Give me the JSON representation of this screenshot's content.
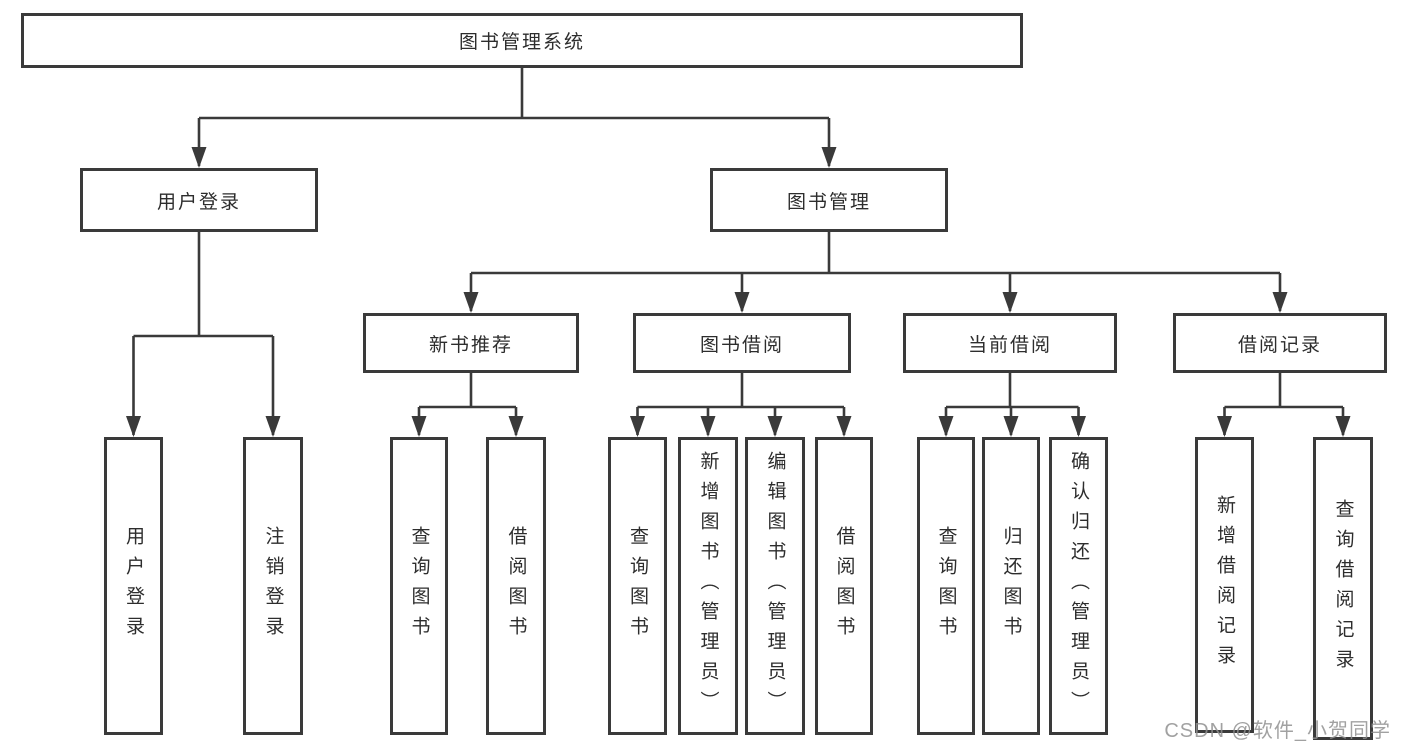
{
  "diagram": {
    "root": {
      "label": "图书管理系统"
    },
    "level2": [
      {
        "label": "用户登录"
      },
      {
        "label": "图书管理"
      }
    ],
    "level3": [
      {
        "label": "新书推荐"
      },
      {
        "label": "图书借阅"
      },
      {
        "label": "当前借阅"
      },
      {
        "label": "借阅记录"
      }
    ],
    "leaves": {
      "user_login": [
        {
          "label": "用户登录"
        },
        {
          "label": "注销登录"
        }
      ],
      "new_book_recommend": [
        {
          "label": "查询图书"
        },
        {
          "label": "借阅图书"
        }
      ],
      "book_borrow": [
        {
          "label": "查询图书"
        },
        {
          "label": "新增图书（管理员）"
        },
        {
          "label": "编辑图书（管理员）"
        },
        {
          "label": "借阅图书"
        }
      ],
      "current_borrow": [
        {
          "label": "查询图书"
        },
        {
          "label": "归还图书"
        },
        {
          "label": "确认归还（管理员）"
        }
      ],
      "borrow_record": [
        {
          "label": "新增借阅记录"
        },
        {
          "label": "查询借阅记录"
        }
      ]
    },
    "colors": {
      "line": "#3a3a3a",
      "text": "#2d2d2d",
      "background": "#ffffff",
      "watermark": "#919191"
    }
  },
  "watermark": {
    "text": "CSDN @软件_小贺同学"
  }
}
